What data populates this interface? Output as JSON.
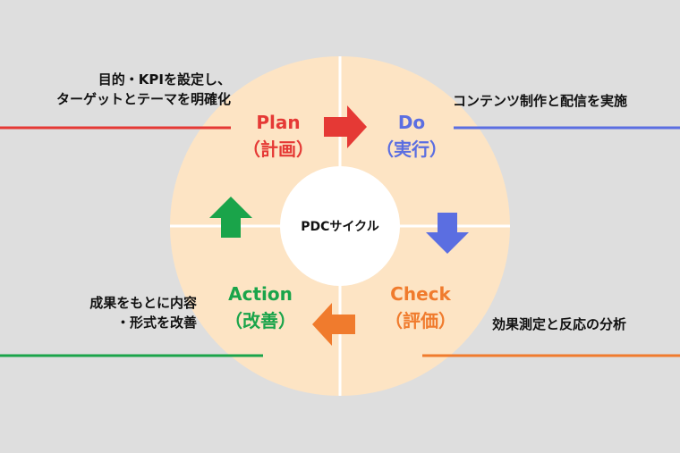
{
  "center": {
    "label": "PDCサイクル"
  },
  "phases": {
    "plan": {
      "title": "Plan",
      "sub": "（計画）",
      "color": "#e53935"
    },
    "do": {
      "title": "Do",
      "sub": "（実行）",
      "color": "#5b6ee1"
    },
    "check": {
      "title": "Check",
      "sub": "（評価）",
      "color": "#f07b2d"
    },
    "action": {
      "title": "Action",
      "sub": "（改善）",
      "color": "#1aa44a"
    }
  },
  "notes": {
    "plan": [
      "目的・KPIを設定し、",
      "ターゲットとテーマを明確化"
    ],
    "do": [
      "コンテンツ制作と配信を実施"
    ],
    "check": [
      "効果測定と反応の分析"
    ],
    "action": [
      "成果をもとに内容",
      "・形式を改善"
    ]
  },
  "colors": {
    "background": "#dedede",
    "ring": "#fde4c4",
    "center": "#ffffff"
  }
}
